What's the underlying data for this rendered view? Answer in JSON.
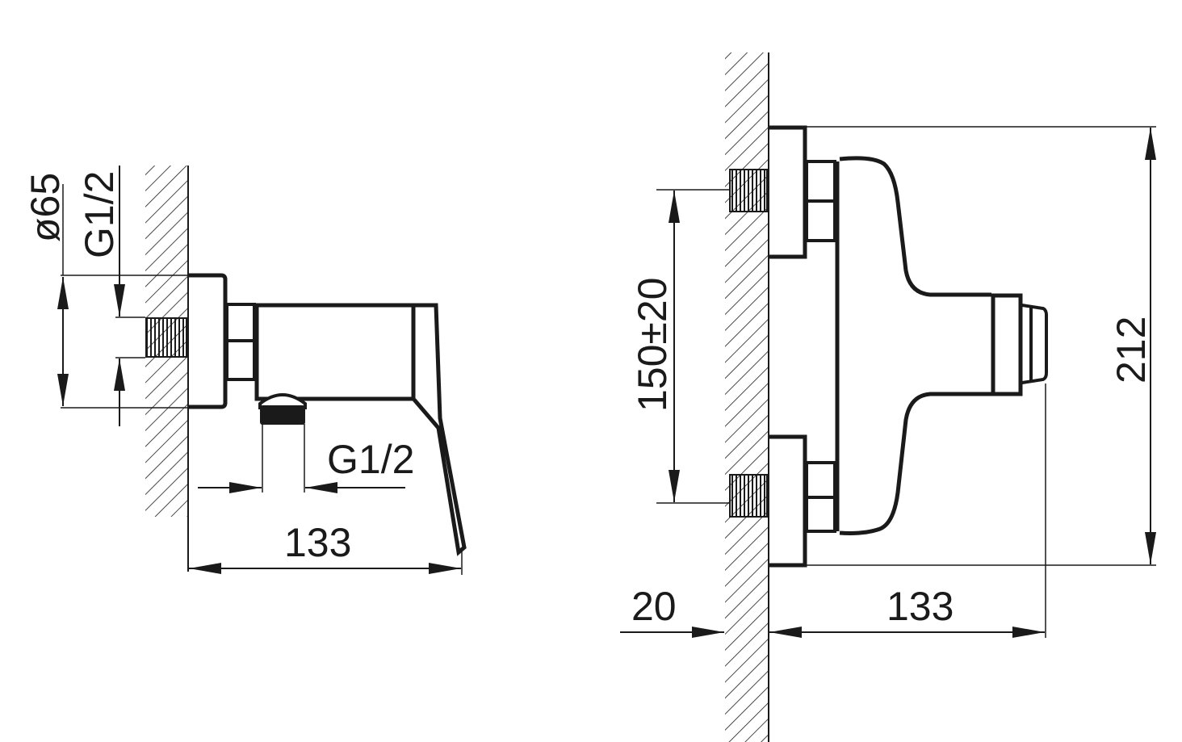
{
  "side_view": {
    "diameter_label": "ø65",
    "inlet_thread_label": "G1/2",
    "outlet_thread_label": "G1/2",
    "depth_label": "133"
  },
  "front_view": {
    "inlet_spacing_label": "150±20",
    "height_label": "212",
    "wall_offset_label": "20",
    "depth_label": "133"
  },
  "colors": {
    "line": "#1a1a1a",
    "background": "#ffffff"
  }
}
